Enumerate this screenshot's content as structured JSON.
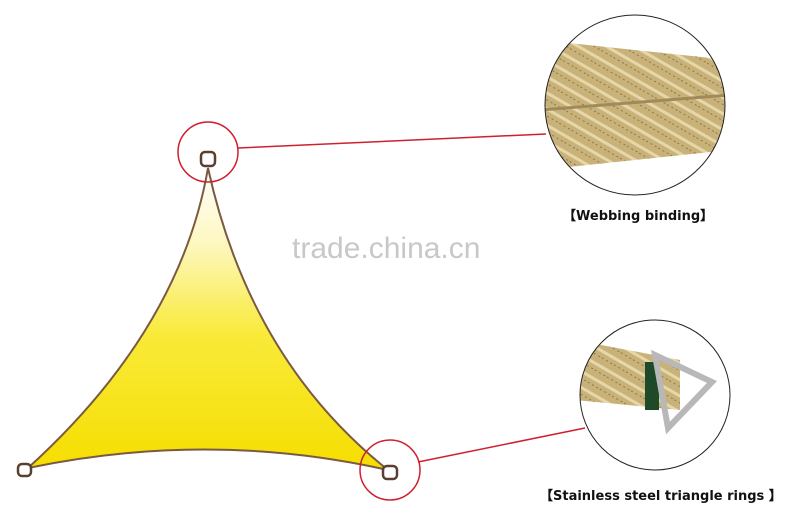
{
  "watermark": "trade.china.cn",
  "callouts": [
    {
      "label": "【Webbing binding】"
    },
    {
      "label": "【Stainless steel triangle rings 】"
    }
  ],
  "colors": {
    "sail": "#f7e400",
    "callout": "#d02030",
    "webbing": "#c9b27a"
  }
}
